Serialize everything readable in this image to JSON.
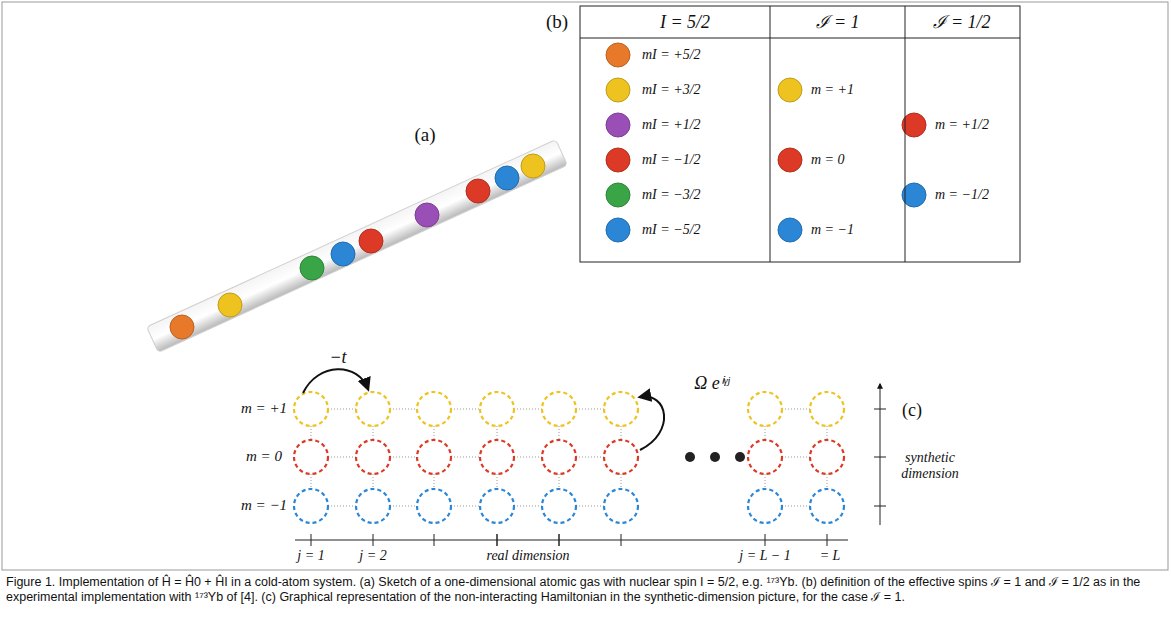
{
  "diagram": {
    "caption": "Figure 1. Implementation of Ĥ = Ĥ0 + ĤI in a cold-atom system. (a) Sketch of a one-dimensional atomic gas with nuclear spin I = 5/2, e.g. ¹⁷³Yb. (b) definition of the effective spins ℐ = 1 and ℐ = 1/2 as in the experimental implementation with ¹⁷³Yb of [4]. (c) Graphical representation of the non-interacting Hamiltonian in the synthetic-dimension picture, for the case ℐ = 1.",
    "labels": [
      "(a)",
      "(b)",
      "I = 5/2",
      "ℐ = 1",
      "ℐ = 1/2",
      "mI = +5/2",
      "mI = +3/2",
      "mI = +1/2",
      "mI = −1/2",
      "mI = −3/2",
      "mI = −5/2",
      "m = +1",
      "m = 0",
      "m = −1",
      "m = +1/2",
      "m = −1/2",
      "−t",
      "Ω eⁱᵞʲ",
      "m = +1",
      "m = 0",
      "m = −1",
      "j = 1",
      "j = 2",
      "real dimension",
      "j = L − 1",
      "= L",
      "(c)",
      "synthetic dimension"
    ]
  }
}
